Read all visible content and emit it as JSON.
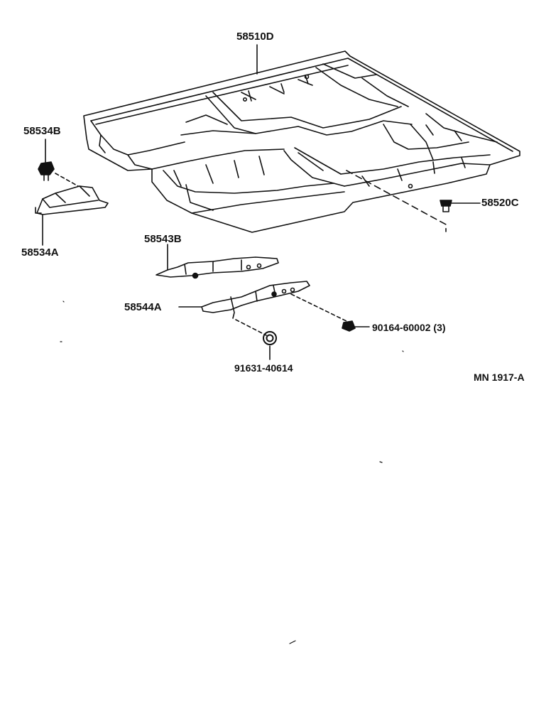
{
  "diagram": {
    "labels": {
      "floor_carpet": "58510D",
      "retainer_clip_upper": "58534B",
      "retainer_bracket": "58534A",
      "carpet_clip": "58520C",
      "trim_reinforcement_upper": "58543B",
      "trim_reinforcement_lower": "58544A",
      "screw_qty": "90164-60002 (3)",
      "nut": "91631-40614"
    },
    "figure_code": "MN 1917-A"
  }
}
